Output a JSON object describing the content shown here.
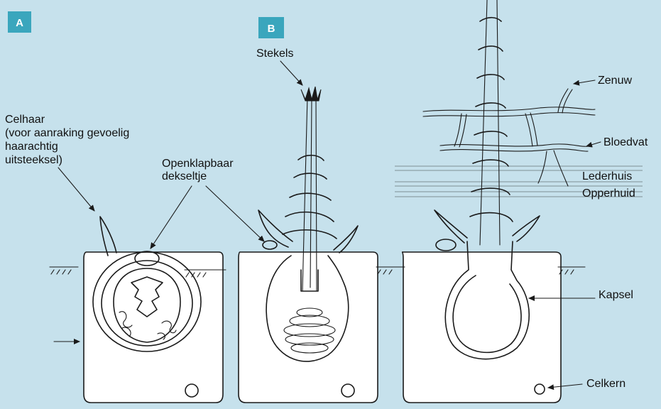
{
  "panels": {
    "a_badge": "A",
    "b_badge": "B"
  },
  "labels": {
    "stekels": "Stekels",
    "celhaar_1": "Celhaar",
    "celhaar_2": "(voor aanraking gevoelig",
    "celhaar_3": "haarachtig",
    "celhaar_4": "uitsteeksel)",
    "deksel_1": "Openklapbaar",
    "deksel_2": "dekseltje",
    "zenuw": "Zenuw",
    "bloedvat": "Bloedvat",
    "lederhuis": "Lederhuis",
    "opperhuid": "Opperhuid",
    "kapsel": "Kapsel",
    "celkern": "Celkern"
  },
  "colors": {
    "background": "#c6e1ec",
    "badge": "#3aa6bd",
    "ink": "#1a1a1a",
    "cell": "#ffffff"
  }
}
